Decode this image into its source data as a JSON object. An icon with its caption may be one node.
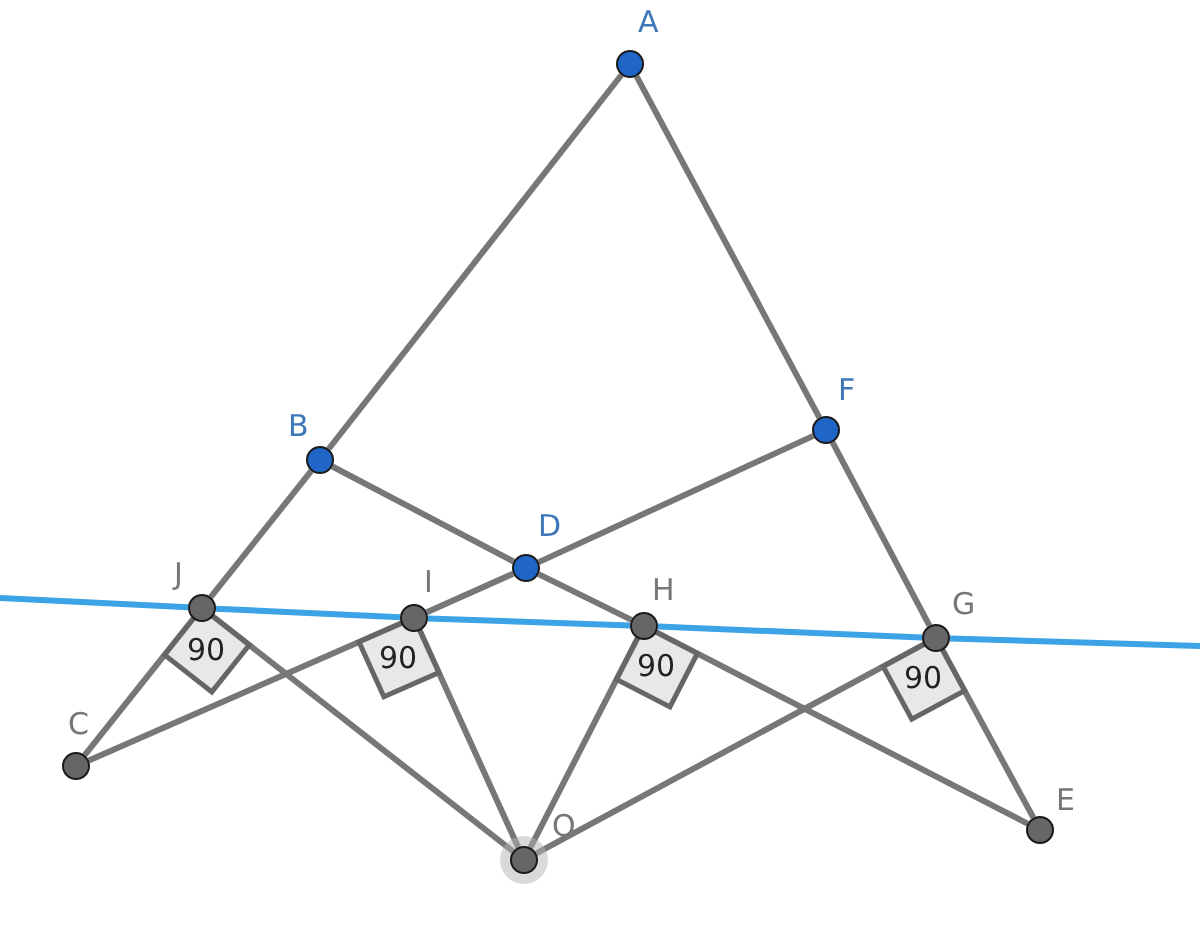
{
  "diagram": {
    "nodes": [
      {
        "text": [],
        "shape": "circle",
        "beside": [
          "A"
        ]
      },
      {
        "text": [],
        "shape": "circle",
        "beside": [
          "B"
        ]
      },
      {
        "text": [],
        "shape": "circle",
        "beside": [
          "F"
        ]
      },
      {
        "text": [],
        "shape": "circle",
        "beside": [
          "D"
        ]
      },
      {
        "text": [],
        "shape": "circle",
        "beside": [
          "J"
        ]
      },
      {
        "text": [],
        "shape": "circle",
        "beside": [
          "I"
        ]
      },
      {
        "text": [],
        "shape": "circle",
        "beside": [
          "H"
        ]
      },
      {
        "text": [],
        "shape": "circle",
        "beside": [
          "G"
        ]
      },
      {
        "text": [],
        "shape": "circle",
        "beside": [
          "C"
        ]
      },
      {
        "text": [],
        "shape": "circle",
        "beside": [
          "E"
        ]
      },
      {
        "text": [],
        "shape": "circle",
        "beside": [
          "O"
        ]
      }
    ],
    "edges": [
      {
        "from": 0,
        "to": 1,
        "arrow": "none"
      },
      {
        "from": 1,
        "to": 4,
        "arrow": "none"
      },
      {
        "from": 4,
        "to": 8,
        "arrow": "none"
      },
      {
        "from": 0,
        "to": 2,
        "arrow": "none"
      },
      {
        "from": 2,
        "to": 7,
        "arrow": "none"
      },
      {
        "from": 7,
        "to": 9,
        "arrow": "none"
      },
      {
        "from": 1,
        "to": 3,
        "arrow": "none"
      },
      {
        "from": 3,
        "to": 6,
        "arrow": "none"
      },
      {
        "from": 6,
        "to": 9,
        "arrow": "none"
      },
      {
        "from": 2,
        "to": 3,
        "arrow": "none"
      },
      {
        "from": 3,
        "to": 5,
        "arrow": "none"
      },
      {
        "from": 5,
        "to": 8,
        "arrow": "none"
      },
      {
        "from": 4,
        "to": 10,
        "arrow": "none"
      },
      {
        "from": 5,
        "to": 10,
        "arrow": "none"
      },
      {
        "from": 6,
        "to": 10,
        "arrow": "none"
      },
      {
        "from": 7,
        "to": 10,
        "arrow": "none"
      },
      {
        "from": null,
        "to": 4,
        "arrow": "none",
        "color": "#3ba3e6"
      },
      {
        "from": 4,
        "to": 5,
        "arrow": "none",
        "color": "#3ba3e6"
      },
      {
        "from": 5,
        "to": 6,
        "arrow": "none",
        "color": "#3ba3e6"
      },
      {
        "from": 6,
        "to": 7,
        "arrow": "none",
        "color": "#3ba3e6"
      },
      {
        "from": 7,
        "to": null,
        "arrow": "none",
        "color": "#3ba3e6"
      }
    ],
    "labels": [
      "90",
      "90",
      "90",
      "90"
    ]
  }
}
